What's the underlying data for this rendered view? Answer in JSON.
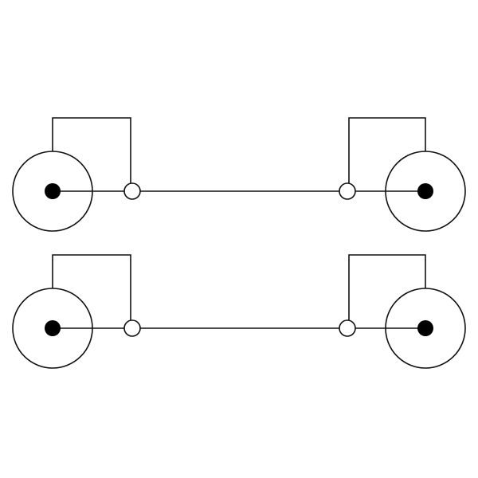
{
  "diagram": {
    "colors": {
      "background": "#ffffff",
      "stroke": "#111111",
      "fill": "#000000"
    },
    "cables": [
      {
        "name": "cable-top",
        "left_plug": "rca-plug-left",
        "right_plug": "rca-plug-right",
        "left_ground_node": "ground-node-left",
        "right_ground_node": "ground-node-right",
        "signal_line": "signal-line",
        "left_shield_wire": "shield-wire-left",
        "right_shield_wire": "shield-wire-right"
      },
      {
        "name": "cable-bottom",
        "left_plug": "rca-plug-left",
        "right_plug": "rca-plug-right",
        "left_ground_node": "ground-node-left",
        "right_ground_node": "ground-node-right",
        "signal_line": "signal-line",
        "left_shield_wire": "shield-wire-left",
        "right_shield_wire": "shield-wire-right"
      }
    ]
  }
}
